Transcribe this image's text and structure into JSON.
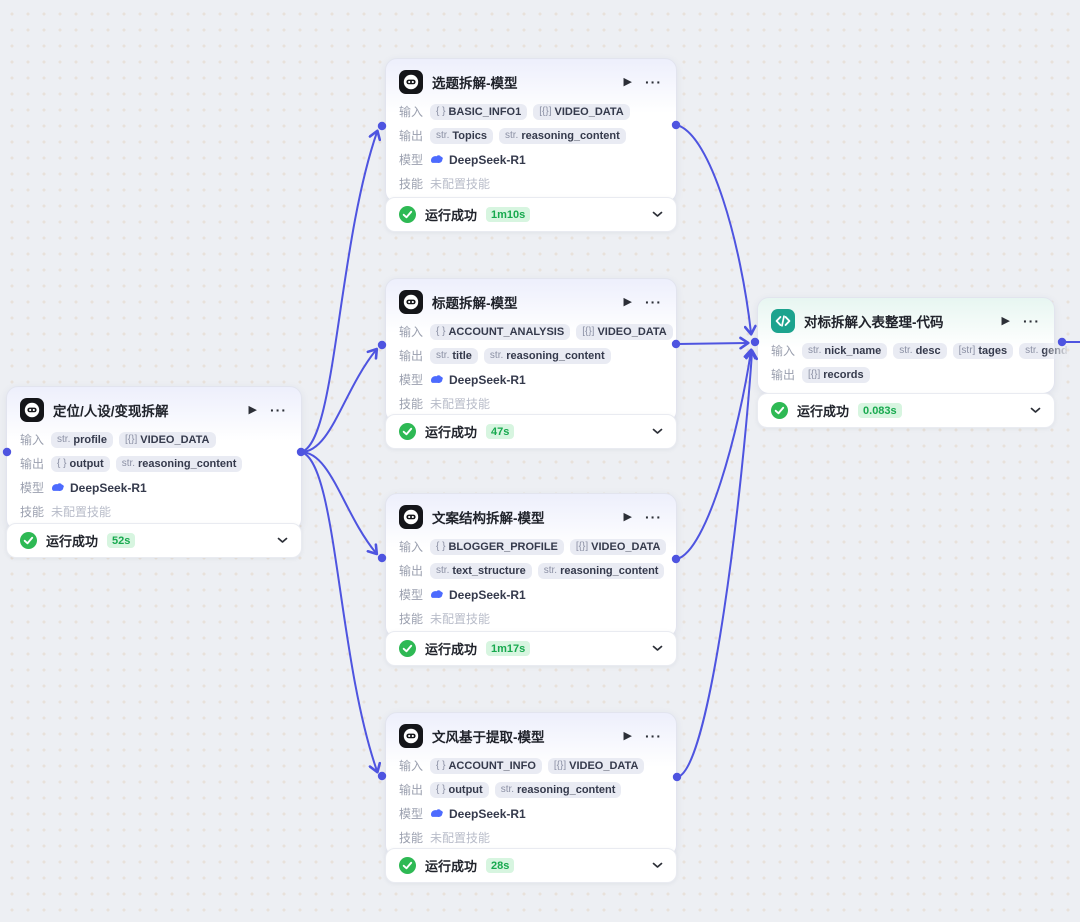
{
  "canvas": {
    "edge_color": "#4e54e0",
    "background": "#edeff3"
  },
  "labels": {
    "input": "输入",
    "output": "输出",
    "model": "模型",
    "skill": "技能"
  },
  "ui": {
    "play": "▶",
    "more": "···",
    "more_params": "···"
  },
  "nodes": [
    {
      "title": "定位/人设/变现拆解",
      "inputs": [
        {
          "type": "str.",
          "name": "profile"
        },
        {
          "type": "[{}]",
          "name": "VIDEO_DATA"
        }
      ],
      "outputs": [
        {
          "type": "{ }",
          "name": "output"
        },
        {
          "type": "str.",
          "name": "reasoning_content"
        }
      ],
      "model": "DeepSeek-R1",
      "skill": "未配置技能",
      "status": {
        "text": "运行成功",
        "duration": "52s"
      }
    },
    {
      "title": "选题拆解-模型",
      "inputs": [
        {
          "type": "{ }",
          "name": "BASIC_INFO1"
        },
        {
          "type": "[{}]",
          "name": "VIDEO_DATA"
        }
      ],
      "outputs": [
        {
          "type": "str.",
          "name": "Topics"
        },
        {
          "type": "str.",
          "name": "reasoning_content"
        }
      ],
      "model": "DeepSeek-R1",
      "skill": "未配置技能",
      "status": {
        "text": "运行成功",
        "duration": "1m10s"
      }
    },
    {
      "title": "标题拆解-模型",
      "inputs": [
        {
          "type": "{ }",
          "name": "ACCOUNT_ANALYSIS"
        },
        {
          "type": "[{}]",
          "name": "VIDEO_DATA"
        }
      ],
      "outputs": [
        {
          "type": "str.",
          "name": "title"
        },
        {
          "type": "str.",
          "name": "reasoning_content"
        }
      ],
      "model": "DeepSeek-R1",
      "skill": "未配置技能",
      "status": {
        "text": "运行成功",
        "duration": "47s"
      }
    },
    {
      "title": "文案结构拆解-模型",
      "inputs": [
        {
          "type": "{ }",
          "name": "BLOGGER_PROFILE"
        },
        {
          "type": "[{}]",
          "name": "VIDEO_DATA"
        }
      ],
      "outputs": [
        {
          "type": "str.",
          "name": "text_structure"
        },
        {
          "type": "str.",
          "name": "reasoning_content"
        }
      ],
      "model": "DeepSeek-R1",
      "skill": "未配置技能",
      "status": {
        "text": "运行成功",
        "duration": "1m17s"
      }
    },
    {
      "title": "文风基于提取-模型",
      "inputs": [
        {
          "type": "{ }",
          "name": "ACCOUNT_INFO"
        },
        {
          "type": "[{}]",
          "name": "VIDEO_DATA"
        }
      ],
      "outputs": [
        {
          "type": "{ }",
          "name": "output"
        },
        {
          "type": "str.",
          "name": "reasoning_content"
        }
      ],
      "model": "DeepSeek-R1",
      "skill": "未配置技能",
      "status": {
        "text": "运行成功",
        "duration": "28s"
      }
    },
    {
      "title": "对标拆解入表整理-代码",
      "inputs": [
        {
          "type": "str.",
          "name": "nick_name"
        },
        {
          "type": "str.",
          "name": "desc"
        },
        {
          "type": "[str]",
          "name": "tages"
        },
        {
          "type": "str.",
          "name": "gend"
        }
      ],
      "outputs": [
        {
          "type": "[{}]",
          "name": "records"
        }
      ],
      "status": {
        "text": "运行成功",
        "duration": "0.083s"
      }
    }
  ]
}
